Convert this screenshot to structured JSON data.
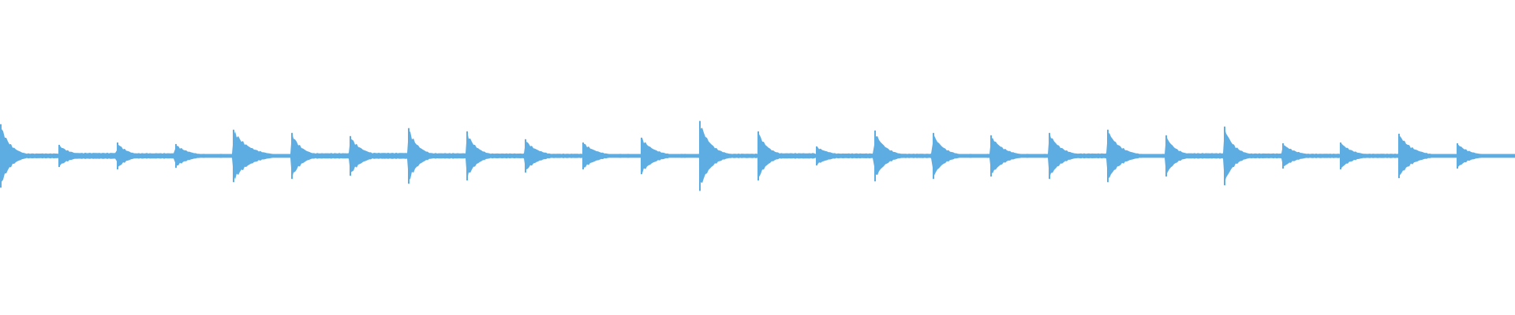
{
  "colors": {
    "background": "#ffffff",
    "waveform": "#5dade2"
  },
  "waveform": {
    "description_icon": "audio-waveform",
    "notes": [
      {
        "amp": 0.8,
        "decay": 0.55,
        "tail": 0.18
      },
      {
        "amp": 0.28,
        "decay": 0.7,
        "tail": 0.22
      },
      {
        "amp": 0.34,
        "decay": 0.6,
        "tail": 0.2
      },
      {
        "amp": 0.3,
        "decay": 0.75,
        "tail": 0.14
      },
      {
        "amp": 0.66,
        "decay": 0.85,
        "tail": 0.12
      },
      {
        "amp": 0.58,
        "decay": 0.55,
        "tail": 0.2
      },
      {
        "amp": 0.5,
        "decay": 0.65,
        "tail": 0.22
      },
      {
        "amp": 0.7,
        "decay": 0.55,
        "tail": 0.2
      },
      {
        "amp": 0.62,
        "decay": 0.55,
        "tail": 0.18
      },
      {
        "amp": 0.42,
        "decay": 0.7,
        "tail": 0.16
      },
      {
        "amp": 0.34,
        "decay": 0.75,
        "tail": 0.14
      },
      {
        "amp": 0.46,
        "decay": 0.7,
        "tail": 0.14
      },
      {
        "amp": 0.88,
        "decay": 0.6,
        "tail": 0.16
      },
      {
        "amp": 0.62,
        "decay": 0.55,
        "tail": 0.2
      },
      {
        "amp": 0.24,
        "decay": 0.8,
        "tail": 0.18
      },
      {
        "amp": 0.64,
        "decay": 0.6,
        "tail": 0.16
      },
      {
        "amp": 0.58,
        "decay": 0.6,
        "tail": 0.14
      },
      {
        "amp": 0.52,
        "decay": 0.7,
        "tail": 0.14
      },
      {
        "amp": 0.58,
        "decay": 0.65,
        "tail": 0.18
      },
      {
        "amp": 0.66,
        "decay": 0.7,
        "tail": 0.14
      },
      {
        "amp": 0.52,
        "decay": 0.55,
        "tail": 0.2
      },
      {
        "amp": 0.74,
        "decay": 0.55,
        "tail": 0.18
      },
      {
        "amp": 0.32,
        "decay": 0.75,
        "tail": 0.16
      },
      {
        "amp": 0.34,
        "decay": 0.7,
        "tail": 0.16
      },
      {
        "amp": 0.56,
        "decay": 0.75,
        "tail": 0.12
      },
      {
        "amp": 0.32,
        "decay": 0.7,
        "tail": 0.1
      }
    ]
  }
}
